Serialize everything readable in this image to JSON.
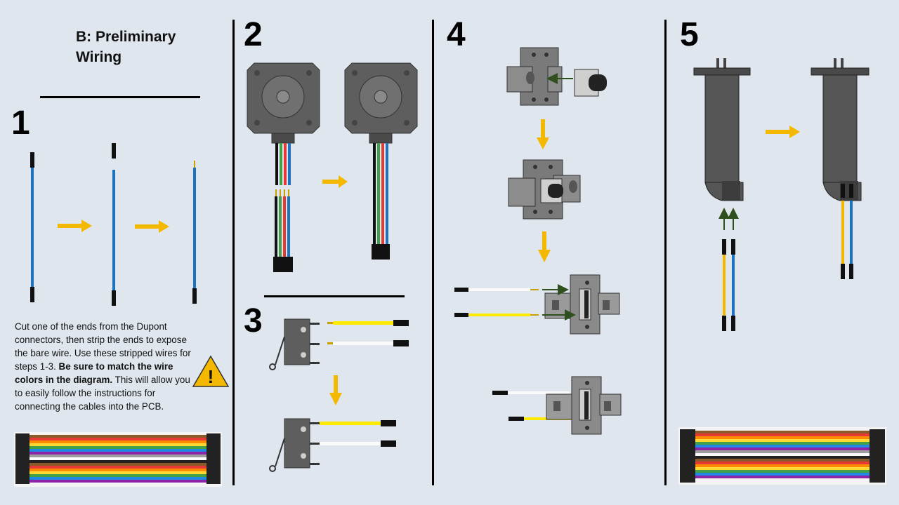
{
  "title": "B: Preliminary Wiring",
  "steps": [
    "1",
    "2",
    "3",
    "4",
    "5"
  ],
  "description": {
    "part1": "Cut one of the ends from the Dupont connectors, then strip the ends to expose the bare wire. Use these stripped wires for steps 1-3. ",
    "bold": "Be sure to match the wire colors in the diagram.",
    "part2": " This will allow you to easily follow the instructions for connecting the cables into the PCB."
  },
  "warning_symbol": "!",
  "colors": {
    "background": "#dfe6ee",
    "arrow": "#f5b800",
    "blue_wire": "#1e73be",
    "green_arrow": "#2f4f1f",
    "yellow_wire": "#ffea00",
    "motor": "#5a5a5a"
  }
}
